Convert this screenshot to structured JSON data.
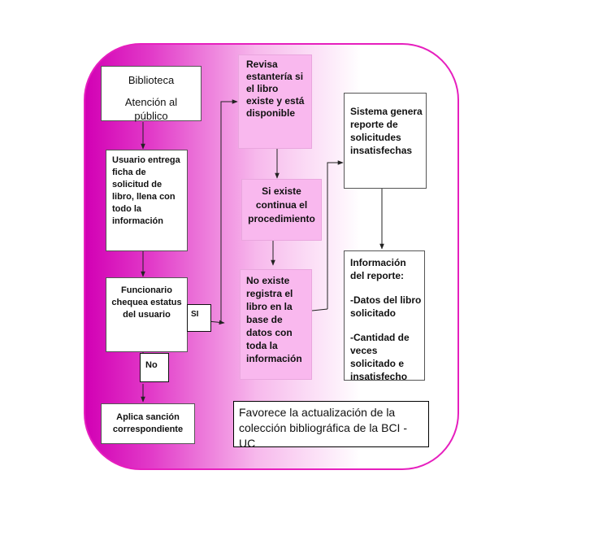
{
  "biblioteca": {
    "title": "Biblioteca",
    "subtitle_line1": "Atención al",
    "subtitle_line2": "público"
  },
  "usuario_entrega": "Usuario entrega ficha de solicitud de libro, llena con todo la información",
  "funcionario": "Funcionario chequea estatus del usuario",
  "label_si": "SI",
  "label_no": "No",
  "aplica_sancion": "Aplica sanción correspondiente",
  "revisa": "Revisa estantería si el libro existe y está disponible",
  "si_existe": "Si existe continua el procedimiento",
  "no_existe": "No existe registra el libro en la base de datos con toda la información",
  "sistema": "Sistema genera reporte de solicitudes insatisfechas",
  "informacion": {
    "heading": "Información del reporte:",
    "item1": "-Datos del libro solicitado",
    "item2": "-Cantidad de veces solicitado e insatisfecho"
  },
  "favorece": "Favorece la actualización de la colección bibliográfica de la BCI - UC"
}
